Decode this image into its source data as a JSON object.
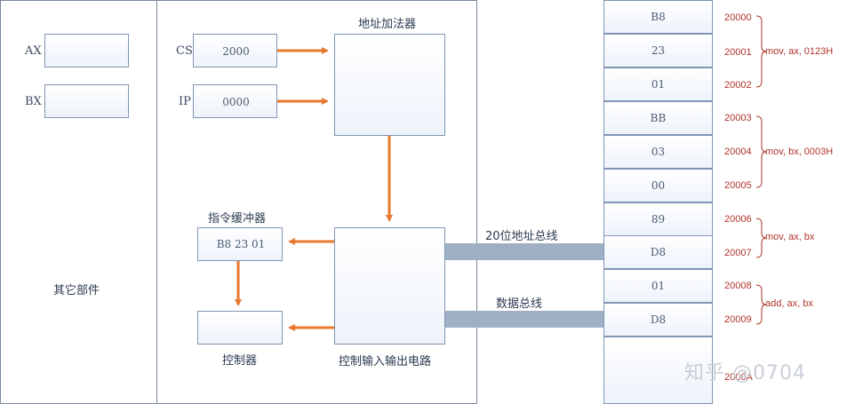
{
  "cpu": {
    "registers_left": [
      {
        "name": "AX",
        "value": ""
      },
      {
        "name": "BX",
        "value": ""
      }
    ],
    "other_parts_label": "其它部件",
    "segment_registers": [
      {
        "name": "CS",
        "value": "2000"
      },
      {
        "name": "IP",
        "value": "0000"
      }
    ],
    "address_adder_label": "地址加法器",
    "instruction_buffer_label": "指令缓冲器",
    "instruction_buffer_value": "B8 23 01",
    "controller_label": "控制器",
    "io_circuit_label": "控制输入输出电路"
  },
  "buses": {
    "address_bus_label": "20位地址总线",
    "data_bus_label": "数据总线"
  },
  "memory": {
    "cells": [
      "B8",
      "23",
      "01",
      "BB",
      "03",
      "00",
      "89",
      "D8",
      "01",
      "D8",
      ""
    ],
    "addresses": [
      "20000",
      "20001",
      "20002",
      "20003",
      "20004",
      "20005",
      "20006",
      "20007",
      "20008",
      "20009",
      "2000A"
    ],
    "instructions": [
      "mov, ax, 0123H",
      "mov, bx, 0003H",
      "mov, ax, bx",
      "add, ax, bx"
    ]
  },
  "watermark": "知乎 @0704",
  "colors": {
    "arrow": "#e8782e",
    "bus": "#9fb0c4",
    "address_text": "#b0342a",
    "border": "#7f95b3"
  }
}
